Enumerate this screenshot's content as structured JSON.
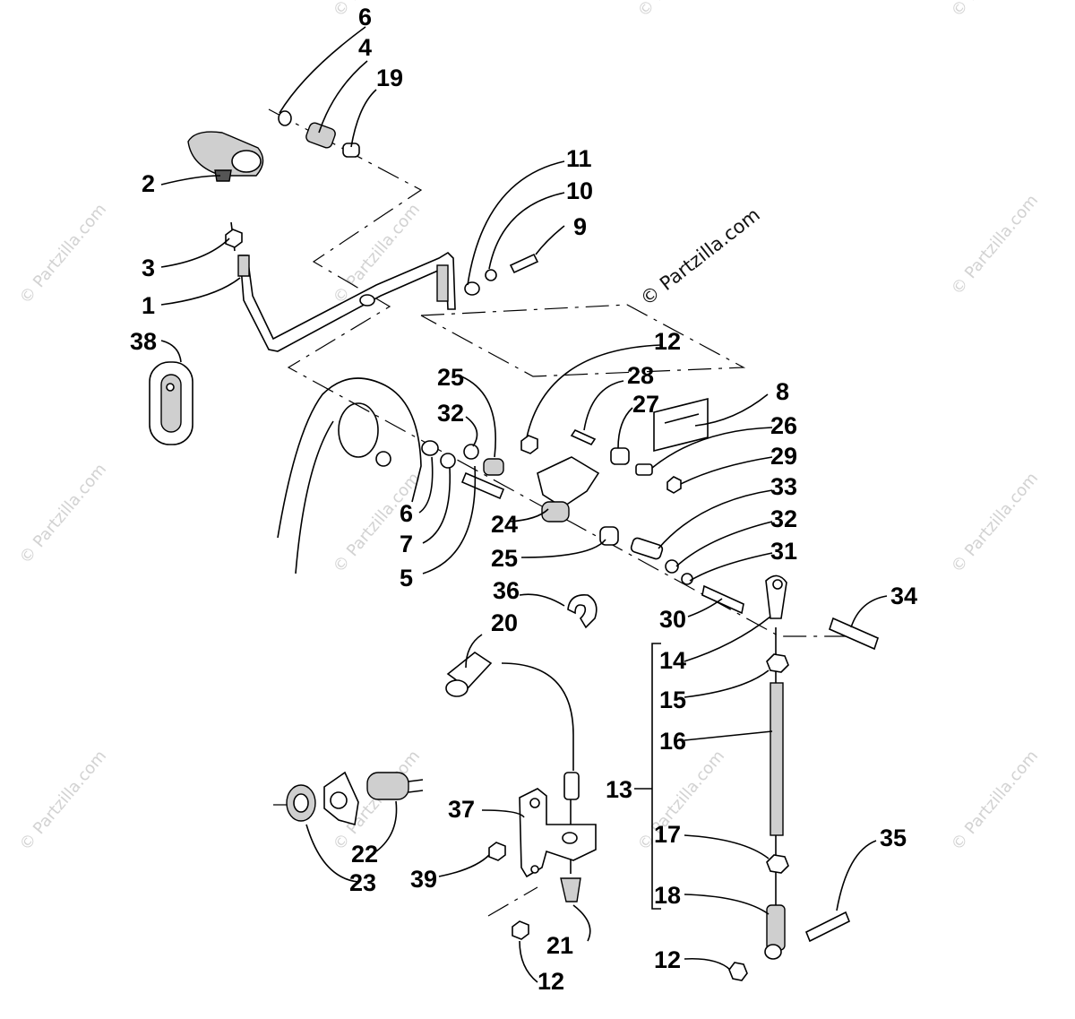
{
  "watermark": {
    "main": "© Partzilla.com",
    "tile": "© Partzilla.com"
  },
  "labels": {
    "l1": "1",
    "l2": "2",
    "l3": "3",
    "l4": "4",
    "l5": "5",
    "l6a": "6",
    "l6b": "6",
    "l7": "7",
    "l8": "8",
    "l9": "9",
    "l10": "10",
    "l11": "11",
    "l12a": "12",
    "l12b": "12",
    "l12c": "12",
    "l13": "13",
    "l14": "14",
    "l15": "15",
    "l16": "16",
    "l17": "17",
    "l18": "18",
    "l19": "19",
    "l20": "20",
    "l21": "21",
    "l22": "22",
    "l23": "23",
    "l24": "24",
    "l25a": "25",
    "l25b": "25",
    "l26": "26",
    "l27": "27",
    "l28": "28",
    "l29": "29",
    "l30": "30",
    "l31": "31",
    "l32a": "32",
    "l32b": "32",
    "l33": "33",
    "l34": "34",
    "l35": "35",
    "l36": "36",
    "l37": "37",
    "l38": "38",
    "l39": "39"
  }
}
